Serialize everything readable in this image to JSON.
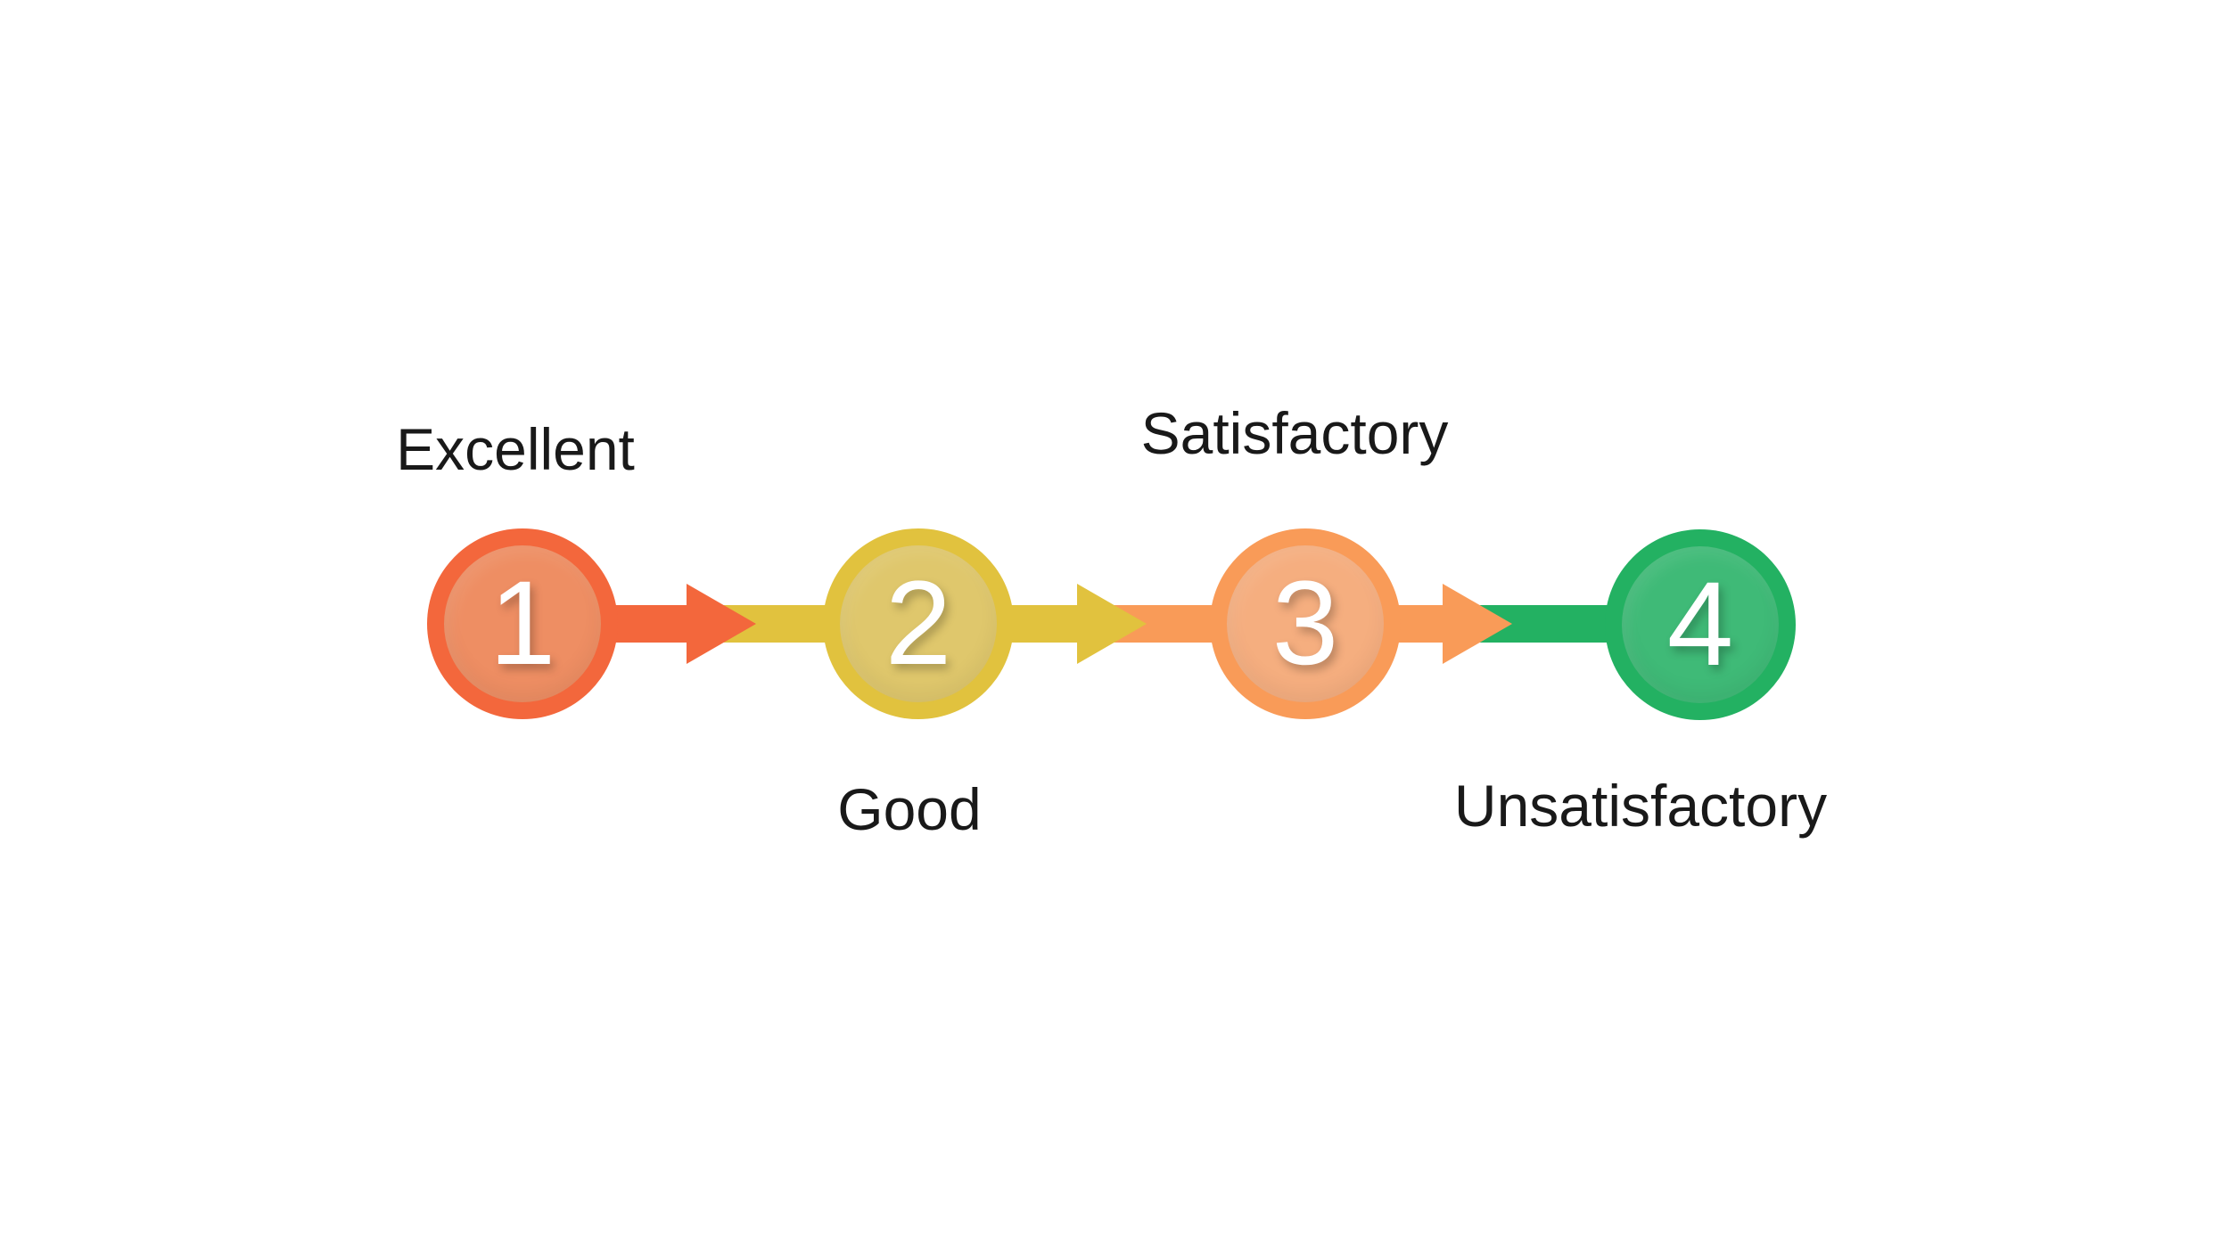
{
  "canvas": {
    "background_color": "#FFFFFF",
    "label_text_color": "#191919"
  },
  "diagram": {
    "type": "process-flow",
    "direction": "left-to-right",
    "steps": [
      {
        "number": "1",
        "label": "Excellent",
        "label_position": "top",
        "ring_color": "#F3673C",
        "fill_color": "#EE8E63",
        "number_color": "#FFFFFF"
      },
      {
        "number": "2",
        "label": "Good",
        "label_position": "bottom",
        "ring_color": "#E1C23E",
        "fill_color": "#DFC76C",
        "number_color": "#FFFFFF"
      },
      {
        "number": "3",
        "label": "Satisfactory",
        "label_position": "top",
        "ring_color": "#F99B58",
        "fill_color": "#F5AE7F",
        "number_color": "#FFFFFF"
      },
      {
        "number": "4",
        "label": "Unsatisfactory",
        "label_position": "bottom",
        "ring_color": "#23B162",
        "fill_color": "#3FBA77",
        "number_color": "#FFFFFF"
      }
    ],
    "connectors": [
      {
        "from": "1",
        "to": "2",
        "arrow_color": "#F3673C",
        "tail_color": "#E1C23E"
      },
      {
        "from": "2",
        "to": "3",
        "arrow_color": "#E1C23E",
        "tail_color": "#F99B58"
      },
      {
        "from": "3",
        "to": "4",
        "arrow_color": "#F99B58",
        "tail_color": "#23B162"
      }
    ]
  }
}
